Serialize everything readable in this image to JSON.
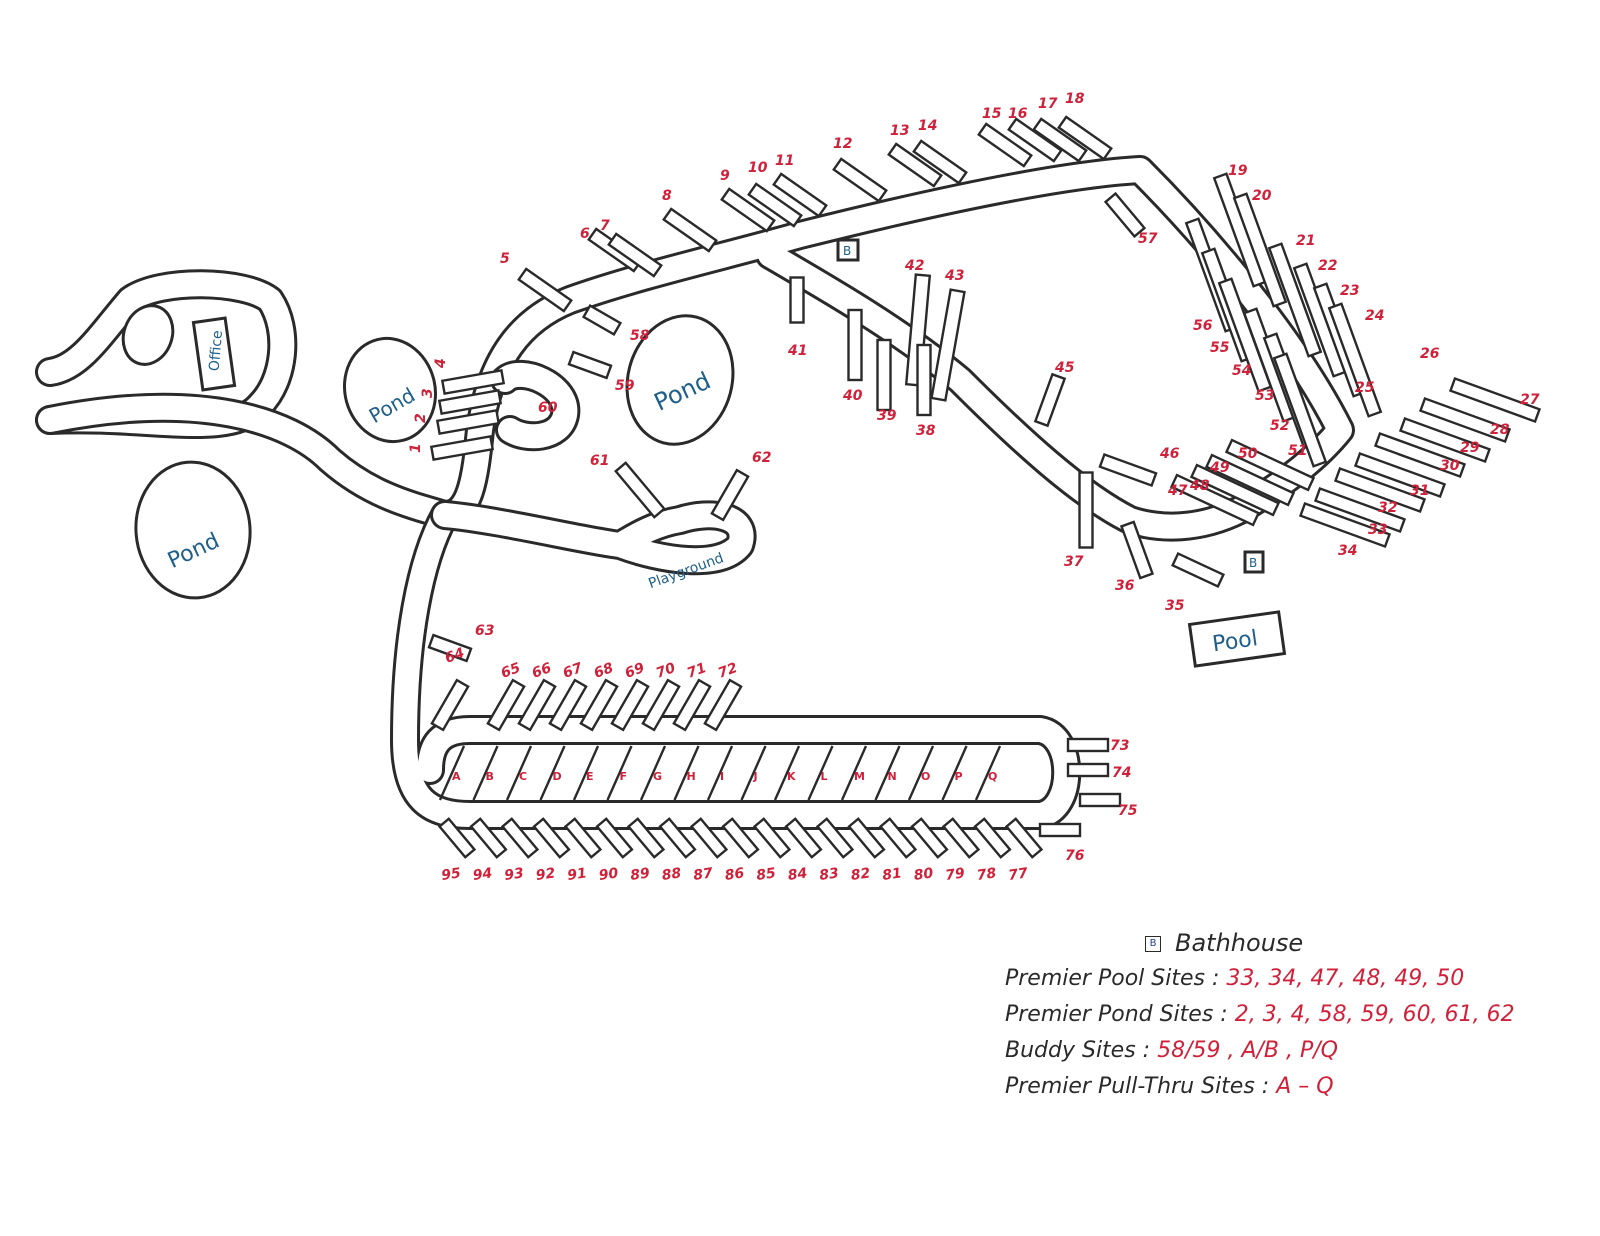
{
  "places": {
    "office": "Office",
    "pond": "Pond",
    "playground": "Playground",
    "pool": "Pool",
    "bathhouse_marker": "B"
  },
  "sites": {
    "top_row": [
      "5",
      "6",
      "7",
      "8",
      "9",
      "10",
      "11",
      "12",
      "13",
      "14",
      "15",
      "16",
      "17",
      "18"
    ],
    "pond_row": [
      "1",
      "2",
      "3",
      "4"
    ],
    "inner": [
      "41",
      "42",
      "43",
      "40",
      "39",
      "38",
      "45",
      "46",
      "37",
      "36",
      "35",
      "57",
      "58",
      "59",
      "60",
      "61",
      "62",
      "63"
    ],
    "right_column": [
      "19",
      "20",
      "21",
      "22",
      "23",
      "24",
      "25",
      "26",
      "56",
      "55",
      "54",
      "53",
      "52",
      "51",
      "50",
      "49",
      "48",
      "47"
    ],
    "far_right": [
      "27",
      "28",
      "29",
      "30",
      "31",
      "32",
      "33",
      "34"
    ],
    "bottom_top_row": [
      "64",
      "65",
      "66",
      "67",
      "68",
      "69",
      "70",
      "71",
      "72"
    ],
    "bottom_end": [
      "73",
      "74",
      "75",
      "76"
    ],
    "bottom_row": [
      "95",
      "94",
      "93",
      "92",
      "91",
      "90",
      "89",
      "88",
      "87",
      "86",
      "85",
      "84",
      "83",
      "82",
      "81",
      "80",
      "79",
      "78",
      "77"
    ],
    "pull_thru": [
      "A",
      "B",
      "C",
      "D",
      "E",
      "F",
      "G",
      "H",
      "I",
      "J",
      "K",
      "L",
      "M",
      "N",
      "O",
      "P",
      "Q"
    ]
  },
  "legend": {
    "bathhouse_label": "Bathhouse",
    "pool_label": "Premier Pool Sites :",
    "pool_value": "33, 34, 47, 48, 49, 50",
    "pond_label": "Premier Pond Sites :",
    "pond_value": "2, 3, 4, 58, 59, 60, 61, 62",
    "buddy_label": "Buddy Sites :",
    "buddy_value": "58/59 , A/B , P/Q",
    "pullthru_label": "Premier Pull-Thru Sites :",
    "pullthru_value": "A – Q"
  },
  "colors": {
    "site_number": "#d0213a",
    "place_label": "#1f5f8b",
    "road": "#2a2a2a"
  }
}
